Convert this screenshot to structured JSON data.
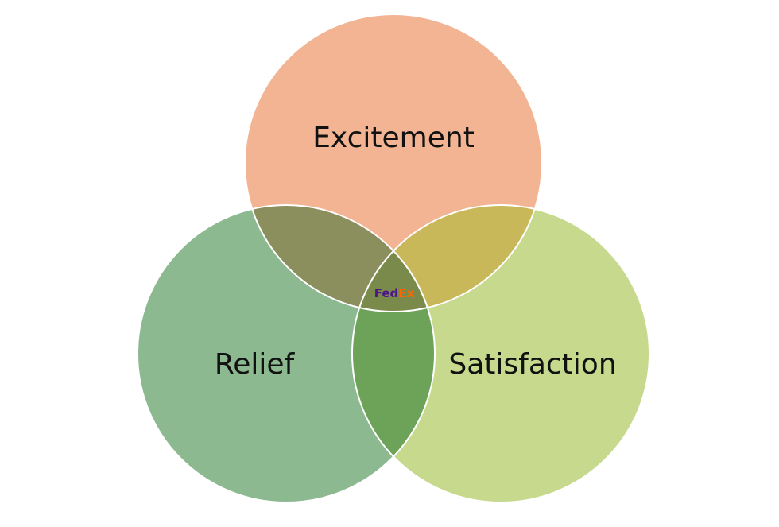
{
  "circles": [
    {
      "id": "top",
      "label": "Excitement",
      "color": "#f2b493"
    },
    {
      "id": "left",
      "label": "Relief",
      "color": "#8db990"
    },
    {
      "id": "right",
      "label": "Satisfaction",
      "color": "#c6d98c"
    }
  ],
  "overlaps": {
    "top_left": "#8b8e5d",
    "top_right": "#c8b85a",
    "left_right": "#6da358",
    "center": "#7a8a4a"
  },
  "center_logo": {
    "part1": "Fed",
    "part2": "Ex",
    "part1_color": "#4d148c",
    "part2_color": "#ff6600"
  },
  "background": "#ffffff"
}
